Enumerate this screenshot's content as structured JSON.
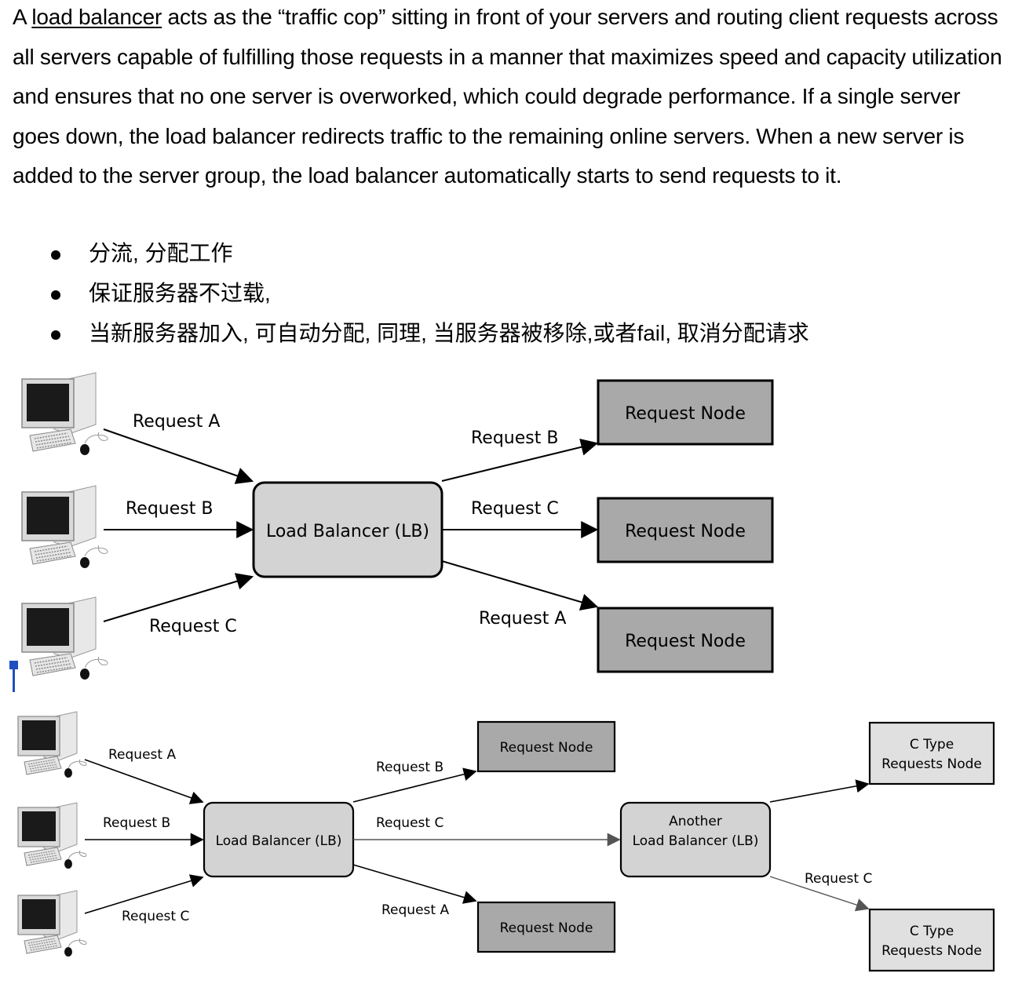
{
  "document": {
    "paragraph": {
      "prefix": "A ",
      "link_text": "load balancer",
      "body": " acts as the “traffic cop” sitting in front of your servers and routing client requests across all servers capable of fulfilling those requests in a manner that maximizes speed and capacity utilization and ensures that no one server is overworked, which could degrade performance. If a single server goes down, the load balancer redirects traffic to the remaining online servers. When a new server is added to the server group, the load balancer automatically starts to send requests to it."
    },
    "bullets": [
      "分流, 分配工作",
      "保证服务器不过载,",
      "当新服务器加入, 可自动分配, 同理, 当服务器被移除,或者fail, 取消分配请求"
    ]
  },
  "diagram1": {
    "clients": [
      {
        "label": "Request A"
      },
      {
        "label": "Request B"
      },
      {
        "label": "Request C"
      }
    ],
    "load_balancer": "Load Balancer (LB)",
    "outputs": [
      {
        "label": "Request B",
        "node": "Request Node"
      },
      {
        "label": "Request C",
        "node": "Request Node"
      },
      {
        "label": "Request A",
        "node": "Request Node"
      }
    ]
  },
  "diagram2": {
    "clients": [
      {
        "label": "Request A"
      },
      {
        "label": "Request B"
      },
      {
        "label": "Request C"
      }
    ],
    "load_balancer": "Load Balancer (LB)",
    "outputs": [
      {
        "label": "Request B",
        "node": "Request Node"
      },
      {
        "label": "Request C"
      },
      {
        "label": "Request A",
        "node": "Request Node"
      }
    ],
    "another_lb": {
      "line1": "Another",
      "line2": "Load Balancer (LB)"
    },
    "c_nodes": [
      {
        "line1": "C Type",
        "line2": "Requests Node"
      },
      {
        "line1": "C Type",
        "line2": "Requests Node"
      }
    ],
    "c_label": "Request C"
  },
  "colors": {
    "lb_fill": "#d3d3d3",
    "node_fill": "#a9a9a9",
    "c_node_fill": "#e0e0e0",
    "cursor": "#1f4fbf"
  }
}
